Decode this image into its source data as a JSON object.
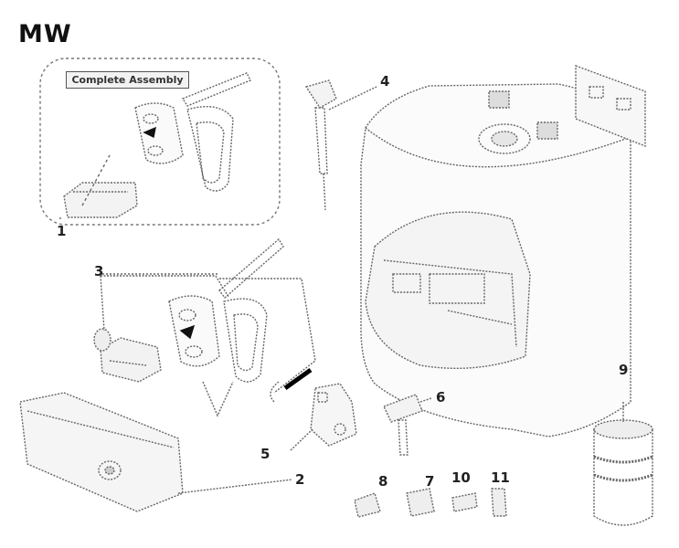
{
  "title": "MW",
  "inset": {
    "caption": "Complete Assembly"
  },
  "callouts": [
    "1",
    "2",
    "3",
    "4",
    "5",
    "6",
    "7",
    "8",
    "9",
    "10",
    "11"
  ]
}
